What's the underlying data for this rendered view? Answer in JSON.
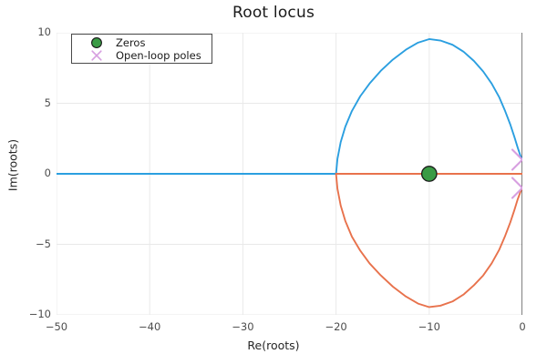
{
  "chart_data": {
    "type": "line",
    "title": "Root locus",
    "xlabel": "Re(roots)",
    "ylabel": "Im(roots)",
    "xlim": [
      -50,
      0
    ],
    "ylim": [
      -10,
      10
    ],
    "xticks": [
      -50,
      -40,
      -30,
      -20,
      -10,
      0
    ],
    "xticklabels": [
      "−50",
      "−40",
      "−30",
      "−20",
      "−10",
      "0"
    ],
    "yticks": [
      -10,
      -5,
      0,
      5,
      10
    ],
    "yticklabels": [
      "−10",
      "−5",
      "0",
      "5",
      "10"
    ],
    "grid": true,
    "legend_position": "upper-left",
    "series": [
      {
        "name": "locus-branch-upper",
        "color": "#2b9fe0",
        "comment": "real-axis segment then upper elliptical arc to pole",
        "points": [
          [
            -50.0,
            0.0
          ],
          [
            -45.0,
            0.0
          ],
          [
            -40.0,
            0.0
          ],
          [
            -35.0,
            0.0
          ],
          [
            -30.0,
            0.0
          ],
          [
            -25.0,
            0.0
          ],
          [
            -22.0,
            0.0
          ],
          [
            -20.6,
            0.0
          ],
          [
            -20.0,
            0.0
          ],
          [
            -19.85,
            1.05
          ],
          [
            -19.5,
            2.25
          ],
          [
            -19.0,
            3.35
          ],
          [
            -18.3,
            4.45
          ],
          [
            -17.4,
            5.5
          ],
          [
            -16.4,
            6.4
          ],
          [
            -15.2,
            7.3
          ],
          [
            -13.9,
            8.1
          ],
          [
            -12.5,
            8.8
          ],
          [
            -11.2,
            9.3
          ],
          [
            -10.0,
            9.55
          ],
          [
            -8.8,
            9.45
          ],
          [
            -7.5,
            9.15
          ],
          [
            -6.3,
            8.65
          ],
          [
            -5.2,
            8.0
          ],
          [
            -4.2,
            7.25
          ],
          [
            -3.3,
            6.4
          ],
          [
            -2.5,
            5.45
          ],
          [
            -1.85,
            4.45
          ],
          [
            -1.3,
            3.5
          ],
          [
            -0.85,
            2.6
          ],
          [
            -0.5,
            1.85
          ],
          [
            -0.22,
            1.3
          ],
          [
            -0.05,
            1.05
          ],
          [
            0.0,
            1.0
          ]
        ]
      },
      {
        "name": "locus-branch-lower",
        "color": "#e8724c",
        "comment": "real-axis segment -20 to 0 plus lower elliptical arc to pole",
        "points": [
          [
            -20.0,
            0.0
          ],
          [
            -16.0,
            0.0
          ],
          [
            -12.0,
            0.0
          ],
          [
            -10.0,
            0.0
          ],
          [
            -6.0,
            0.0
          ],
          [
            -3.0,
            0.0
          ],
          [
            -1.0,
            0.0
          ],
          [
            0.0,
            0.0
          ]
        ],
        "arc_points": [
          [
            -20.0,
            0.0
          ],
          [
            -19.85,
            -1.05
          ],
          [
            -19.5,
            -2.25
          ],
          [
            -19.0,
            -3.35
          ],
          [
            -18.3,
            -4.45
          ],
          [
            -17.4,
            -5.45
          ],
          [
            -16.4,
            -6.35
          ],
          [
            -15.2,
            -7.2
          ],
          [
            -13.9,
            -8.0
          ],
          [
            -12.5,
            -8.7
          ],
          [
            -11.2,
            -9.2
          ],
          [
            -10.0,
            -9.45
          ],
          [
            -8.8,
            -9.35
          ],
          [
            -7.5,
            -9.05
          ],
          [
            -6.3,
            -8.55
          ],
          [
            -5.2,
            -7.9
          ],
          [
            -4.2,
            -7.2
          ],
          [
            -3.3,
            -6.35
          ],
          [
            -2.5,
            -5.4
          ],
          [
            -1.85,
            -4.4
          ],
          [
            -1.3,
            -3.45
          ],
          [
            -0.85,
            -2.55
          ],
          [
            -0.5,
            -1.8
          ],
          [
            -0.22,
            -1.3
          ],
          [
            -0.05,
            -1.05
          ],
          [
            0.0,
            -1.0
          ]
        ]
      }
    ],
    "markers": [
      {
        "name": "Zeros",
        "type": "circle",
        "color": "#3a9b45",
        "edge": "#1a1a1a",
        "points": [
          [
            -10.0,
            0.0
          ]
        ]
      },
      {
        "name": "Open-loop poles",
        "type": "x",
        "color": "#d79fe0",
        "points": [
          [
            0.0,
            1.0
          ],
          [
            0.0,
            -1.0
          ]
        ]
      }
    ]
  },
  "legend": {
    "entries": [
      {
        "label": "Zeros",
        "marker": "zeros-circle-marker"
      },
      {
        "label": "Open-loop poles",
        "marker": "poles-x-marker"
      }
    ]
  },
  "axes": {
    "title": "Root locus",
    "xlabel": "Re(roots)",
    "ylabel": "Im(roots)"
  },
  "colors": {
    "branch_upper": "#2b9fe0",
    "branch_lower": "#e8724c",
    "zero": "#3a9b45",
    "pole": "#d79fe0",
    "grid": "#e9e9e9",
    "spine": "#4a4a4a",
    "text": "#4d4d4d"
  }
}
